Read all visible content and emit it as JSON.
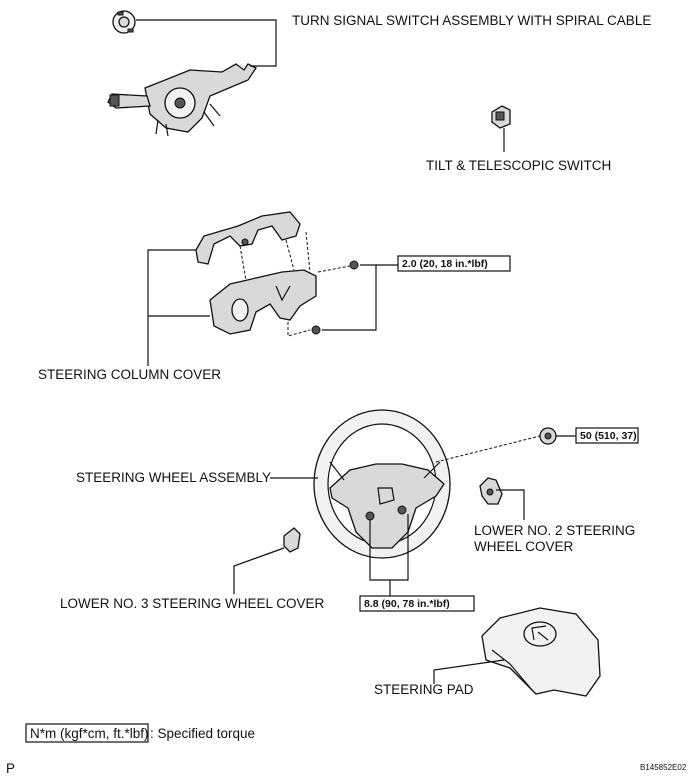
{
  "labels": {
    "turn_signal": "TURN SIGNAL SWITCH ASSEMBLY WITH SPIRAL CABLE",
    "tilt_switch": "TILT & TELESCOPIC SWITCH",
    "column_cover": "STEERING COLUMN COVER",
    "wheel_assembly": "STEERING WHEEL ASSEMBLY",
    "lower_no2_line1": "LOWER NO. 2 STEERING",
    "lower_no2_line2": "WHEEL COVER",
    "lower_no3": "LOWER NO. 3 STEERING WHEEL COVER",
    "steering_pad": "STEERING PAD"
  },
  "torques": {
    "column_cover": "2.0 (20, 18 in.*lbf)",
    "wheel_nut": "50 (510, 37)",
    "wheel_screw": "8.8 (90, 78 in.*lbf)"
  },
  "legend": {
    "unit": "N*m (kgf*cm, ft.*lbf)",
    "description": ": Specified torque"
  },
  "footer": {
    "page_letter": "P",
    "code": "B145852E02"
  }
}
